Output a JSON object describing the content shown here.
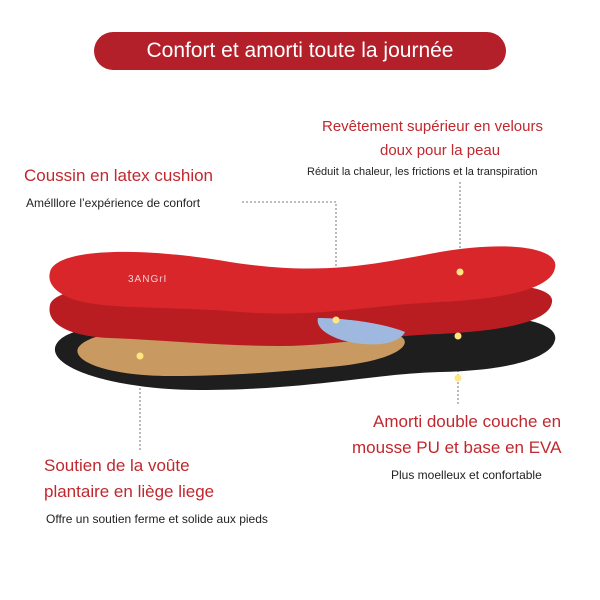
{
  "banner": {
    "title": "Confort et amorti toute la journée"
  },
  "callouts": {
    "top_layer": {
      "title_line1": "Revêtement supérieur en velours",
      "title_line2": "doux pour la peau",
      "desc": "Réduit la chaleur, les frictions et la transpiration"
    },
    "latex": {
      "title": "Coussin en latex cushion",
      "desc": "Amélllore l’expérience de confort"
    },
    "foam": {
      "title_line1": "Amorti double couche en",
      "title_line2": "mousse PU et base en EVA",
      "desc": "Plus moelleux et confortable"
    },
    "cork": {
      "title_line1": "Soutien de la voûte",
      "title_line2": "plantaire en liège liege",
      "desc": "Offre un soutien ferme et solide aux pieds"
    }
  },
  "product": {
    "brand": "3ANGrI"
  },
  "colors": {
    "brand_red": "#b3202a",
    "text_red": "#c0282e",
    "insole_red": "#d8262b",
    "cork": "#c89a62",
    "base_black": "#1e1e1e",
    "dot_yellow": "#ffe680"
  }
}
